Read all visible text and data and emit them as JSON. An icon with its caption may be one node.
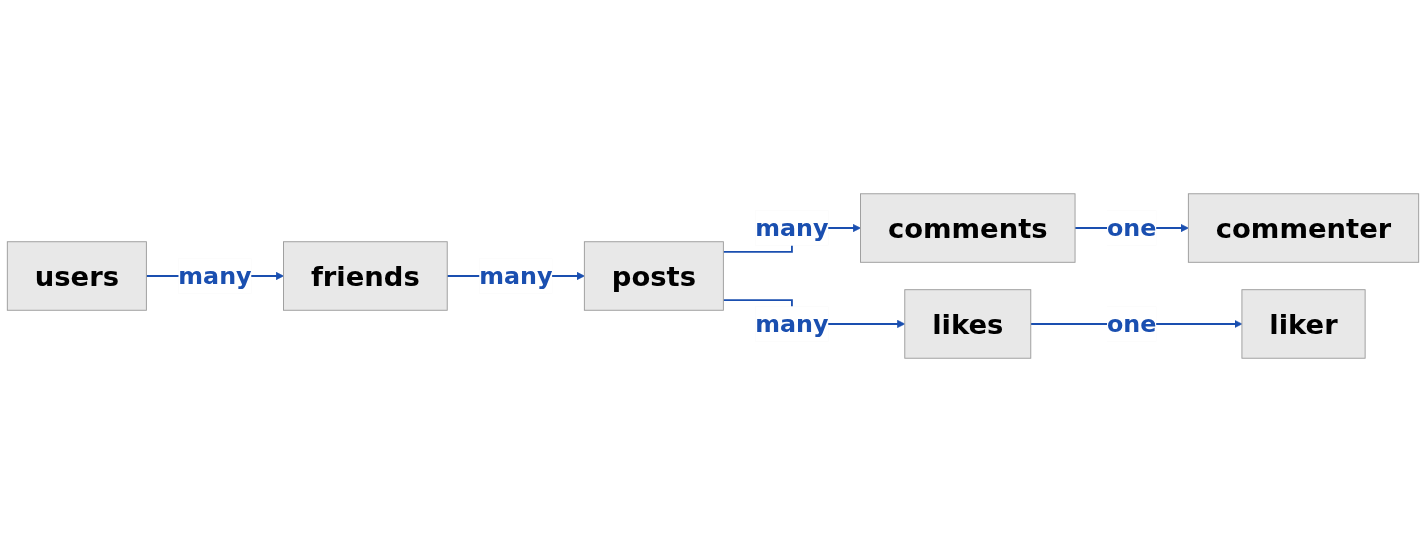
{
  "diagram": {
    "nodes": [
      {
        "text": [
          "users"
        ]
      },
      {
        "text": [
          "friends"
        ]
      },
      {
        "text": [
          "posts"
        ]
      },
      {
        "text": [
          "comments"
        ]
      },
      {
        "text": [
          "commenter"
        ]
      },
      {
        "text": [
          "likes"
        ]
      },
      {
        "text": [
          "liker"
        ]
      }
    ],
    "edges": [
      {
        "from": 0,
        "to": 1,
        "arrow": "to",
        "label": "many"
      },
      {
        "from": 1,
        "to": 2,
        "arrow": "to",
        "label": "many"
      },
      {
        "from": 2,
        "to": 3,
        "arrow": "to",
        "label": "many"
      },
      {
        "from": 3,
        "to": 4,
        "arrow": "to",
        "label": "one"
      },
      {
        "from": 2,
        "to": 5,
        "arrow": "to",
        "label": "many"
      },
      {
        "from": 5,
        "to": 6,
        "arrow": "to",
        "label": "one"
      }
    ]
  }
}
